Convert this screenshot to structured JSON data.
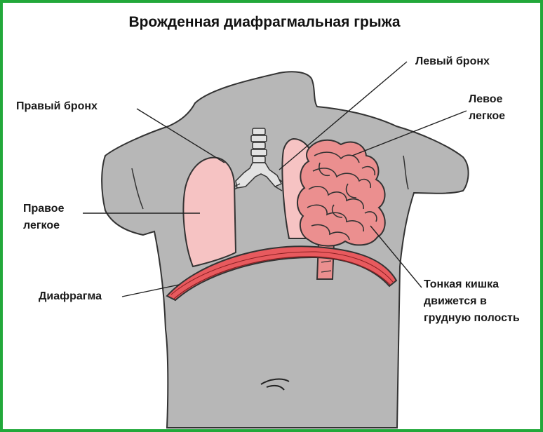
{
  "title": "Врожденная диафрагмальная грыжа",
  "labels": {
    "right_bronchus": "Правый бронх",
    "left_bronchus": "Левый бронх",
    "left_lung": [
      "Левое",
      "легкое"
    ],
    "right_lung": [
      "Правое",
      "легкое"
    ],
    "diaphragm": "Диафрагма",
    "small_intestine": [
      "Тонкая кишка",
      "движется в",
      "грудную полость"
    ]
  },
  "colors": {
    "frame": "#22a83a",
    "body": "#b7b7b7",
    "lung": "#f6c3c3",
    "diaphragm": "#e85a5e",
    "intestine": "#eb8f8f",
    "trachea": "#e3e3e3"
  }
}
